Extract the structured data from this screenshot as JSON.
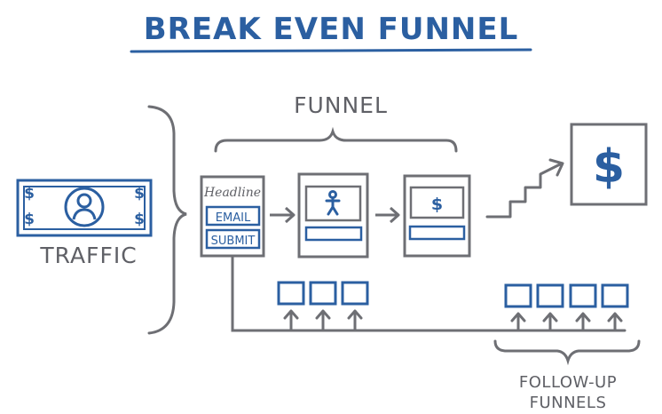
{
  "title": "BREAK EVEN FUNNEL",
  "funnel_label": "FUNNEL",
  "traffic_label": "TRAFFIC",
  "followup_label_line1": "FOLLOW-UP",
  "followup_label_line2": "FUNNELS",
  "page1": {
    "headline": "Headline",
    "email": "EMAIL",
    "submit": "SUBMIT"
  },
  "dollar_symbol": "$",
  "colors": {
    "blue": "#2b5fa1",
    "gray": "#6e6f74",
    "text_gray": "#5f6066"
  },
  "icons": [
    "dollar-bill-icon",
    "person-avatar-icon",
    "stick-figure-icon",
    "stairs-arrow-icon",
    "dollar-box-icon",
    "up-arrow-icon"
  ]
}
